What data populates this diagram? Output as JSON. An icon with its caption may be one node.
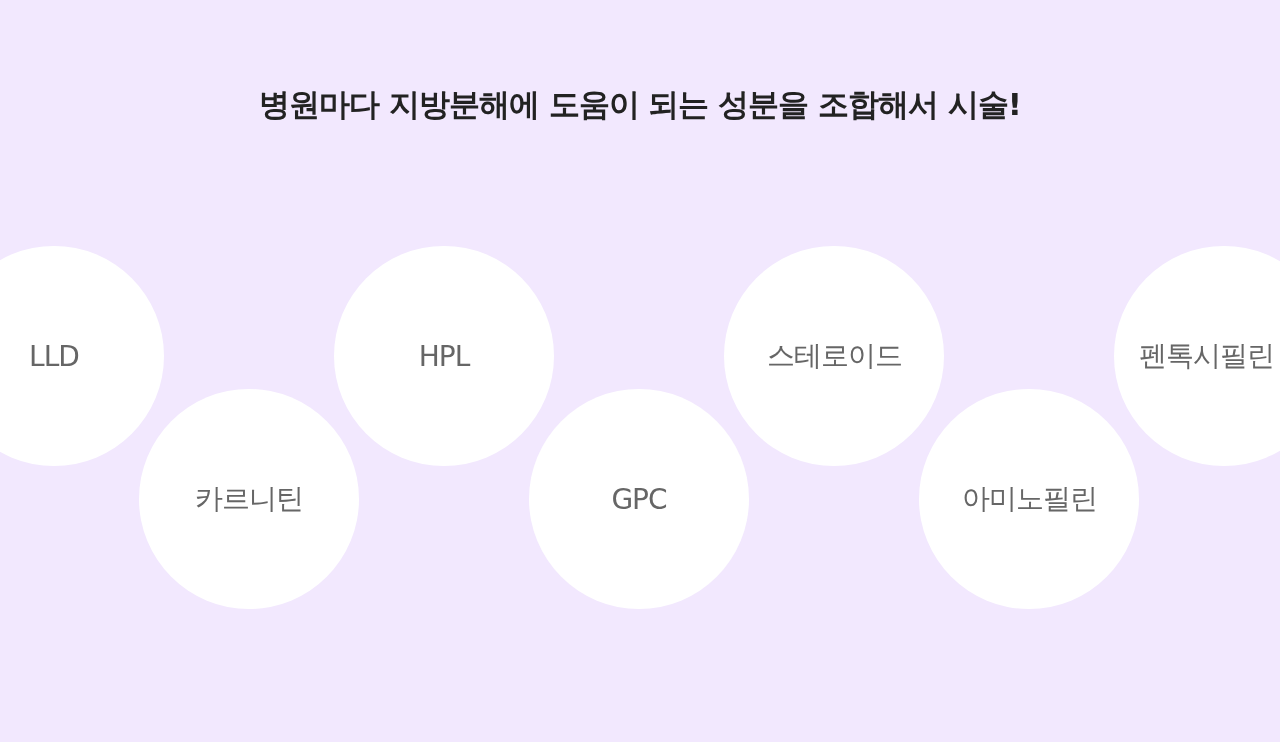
{
  "diagram": {
    "title": "병원마다 지방분해에 도움이 되는 성분을 조합해서 시술!",
    "nodes": [
      {
        "text": [
          "LLD"
        ]
      },
      {
        "text": [
          "카르니틴"
        ]
      },
      {
        "text": [
          "HPL"
        ]
      },
      {
        "text": [
          "GPC"
        ]
      },
      {
        "text": [
          "스테로이드"
        ]
      },
      {
        "text": [
          "아미노필린"
        ]
      },
      {
        "text": [
          "펜톡시필린"
        ]
      }
    ]
  }
}
